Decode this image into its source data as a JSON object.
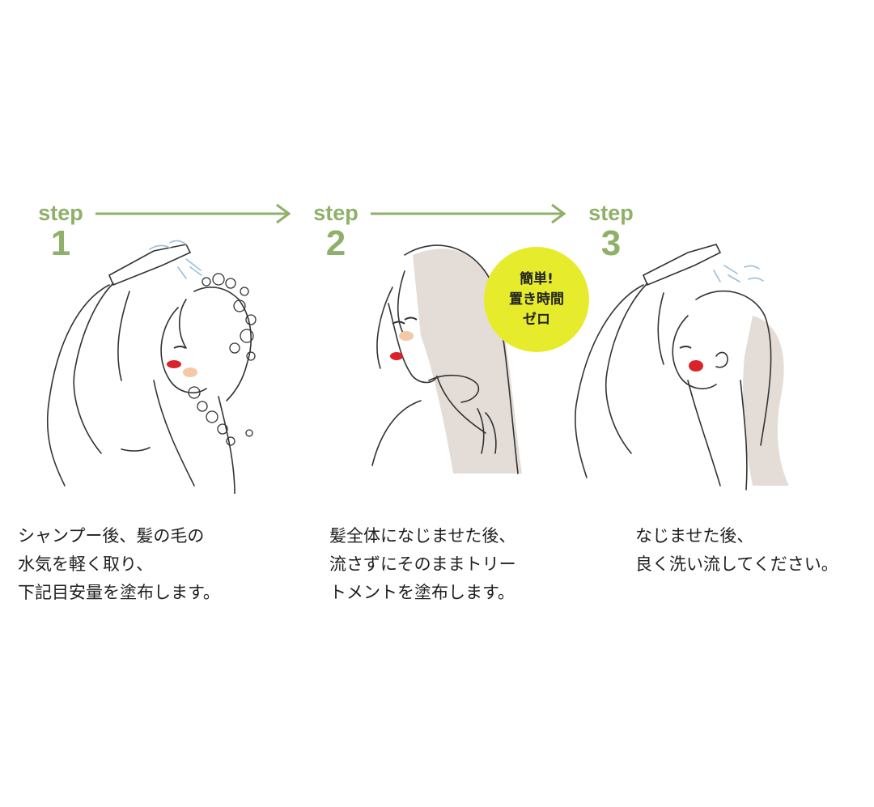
{
  "steps": [
    {
      "word": "step",
      "number": "1",
      "caption": [
        "シャンプー後、髪の毛の",
        "水気を軽く取り、",
        "下記目安量を塗布します。"
      ]
    },
    {
      "word": "step",
      "number": "2",
      "caption": [
        "髪全体になじませた後、",
        "流さずにそのままトリー",
        "トメントを塗布します。"
      ]
    },
    {
      "word": "step",
      "number": "3",
      "caption": [
        "なじませた後、",
        "良く洗い流してください。"
      ]
    }
  ],
  "badge": {
    "lines": [
      "簡単!",
      "置き時間",
      "ゼロ"
    ]
  },
  "colors": {
    "accent": "#8fb068",
    "badge": "#e6ec2c",
    "hair": "#e4ddd7",
    "line": "#333333"
  }
}
